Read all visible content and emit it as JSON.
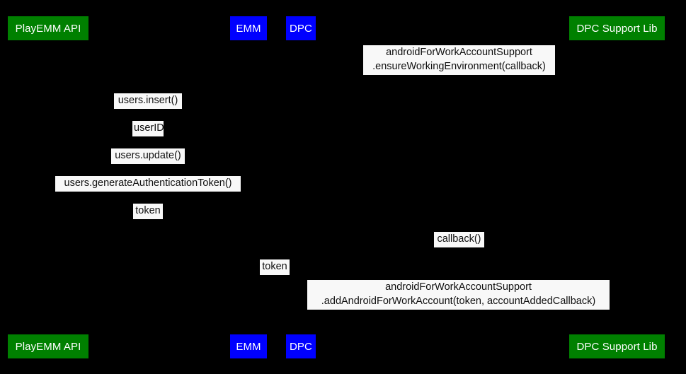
{
  "diagram": {
    "type": "sequence-diagram",
    "background_color": "#000000",
    "label_background_color": "#f8f8f8",
    "label_text_color": "#101010",
    "participant_text_color": "#ffffff"
  },
  "participants": [
    {
      "id": "playemm-api",
      "label": "PlayEMM API",
      "color": "#008000",
      "style": "green"
    },
    {
      "id": "emm",
      "label": "EMM",
      "color": "#0000ff",
      "style": "blue"
    },
    {
      "id": "dpc",
      "label": "DPC",
      "color": "#0000ff",
      "style": "blue"
    },
    {
      "id": "dpc-support-lib",
      "label": "DPC Support Lib",
      "color": "#008000",
      "style": "green"
    }
  ],
  "messages": [
    {
      "id": "ensure-working-environment",
      "line1": "androidForWorkAccountSupport",
      "line2": ".ensureWorkingEnvironment(callback)",
      "text": "androidForWorkAccountSupport\n.ensureWorkingEnvironment(callback)",
      "from": "dpc",
      "to": "dpc-support-lib"
    },
    {
      "id": "users-insert",
      "line1": "users.insert()",
      "line2": "",
      "text": "users.insert()",
      "from": "emm",
      "to": "playemm-api"
    },
    {
      "id": "user-id",
      "line1": "userID",
      "line2": "",
      "text": "userID",
      "from": "playemm-api",
      "to": "emm"
    },
    {
      "id": "users-update",
      "line1": "users.update()",
      "line2": "",
      "text": "users.update()",
      "from": "emm",
      "to": "playemm-api"
    },
    {
      "id": "users-generate-authentication-token",
      "line1": "users.generateAuthenticationToken()",
      "line2": "",
      "text": "users.generateAuthenticationToken()",
      "from": "emm",
      "to": "playemm-api"
    },
    {
      "id": "token-to-emm",
      "line1": "token",
      "line2": "",
      "text": "token",
      "from": "playemm-api",
      "to": "emm"
    },
    {
      "id": "callback",
      "line1": "callback()",
      "line2": "",
      "text": "callback()",
      "from": "dpc-support-lib",
      "to": "dpc"
    },
    {
      "id": "token-to-dpc",
      "line1": "token",
      "line2": "",
      "text": "token",
      "from": "emm",
      "to": "dpc"
    },
    {
      "id": "add-android-for-work-account",
      "line1": "androidForWorkAccountSupport",
      "line2": ".addAndroidForWorkAccount(token, accountAddedCallback)",
      "text": "androidForWorkAccountSupport\n.addAndroidForWorkAccount(token, accountAddedCallback)",
      "from": "dpc",
      "to": "dpc-support-lib"
    }
  ]
}
